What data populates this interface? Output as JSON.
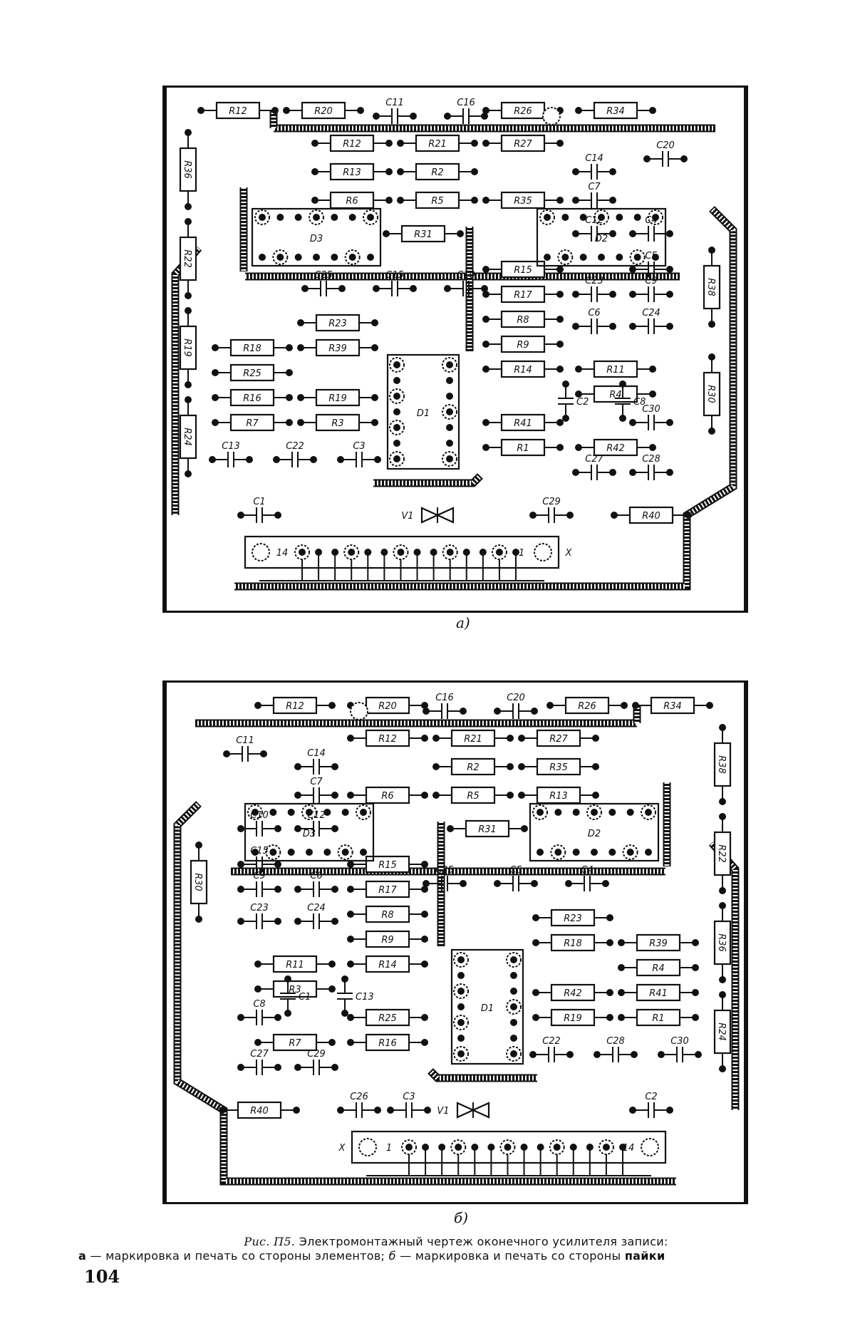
{
  "figure": {
    "caption_fig": "Рис. П5.",
    "caption_title": "Электромонтажный чертеж оконечного усилителя записи:",
    "caption_a_letter": "а",
    "caption_a_text": "маркировка и печать со стороны элементов;",
    "caption_b_letter": "б",
    "caption_b_text": "маркировка и печать со стороны",
    "caption_b_last": "пайки",
    "page_number": "104"
  },
  "board_a": {
    "sublabel": "а)",
    "resistors_h": [
      {
        "label": "R12"
      },
      {
        "label": "R20"
      },
      {
        "label": "R26"
      },
      {
        "label": "R34"
      },
      {
        "label": "R12"
      },
      {
        "label": "R21"
      },
      {
        "label": "R27"
      },
      {
        "label": "R13"
      },
      {
        "label": "R2"
      },
      {
        "label": "R6"
      },
      {
        "label": "R5"
      },
      {
        "label": "R35"
      },
      {
        "label": "R31"
      },
      {
        "label": "R15"
      },
      {
        "label": "R17"
      },
      {
        "label": "R8"
      },
      {
        "label": "R9"
      },
      {
        "label": "R14"
      },
      {
        "label": "R11"
      },
      {
        "label": "R23"
      },
      {
        "label": "R18"
      },
      {
        "label": "R39"
      },
      {
        "label": "R25"
      },
      {
        "label": "R16"
      },
      {
        "label": "R7"
      },
      {
        "label": "R19"
      },
      {
        "label": "R3"
      },
      {
        "label": "R4"
      },
      {
        "label": "R41"
      },
      {
        "label": "R1"
      },
      {
        "label": "R42"
      },
      {
        "label": "R40"
      }
    ],
    "resistors_v": [
      {
        "label": "R36"
      },
      {
        "label": "R22"
      },
      {
        "label": "R19"
      },
      {
        "label": "R24"
      },
      {
        "label": "R38"
      },
      {
        "label": "R30"
      }
    ],
    "capacitors": [
      {
        "label": "C11"
      },
      {
        "label": "C16"
      },
      {
        "label": "C20"
      },
      {
        "label": "C14"
      },
      {
        "label": "C7"
      },
      {
        "label": "C25"
      },
      {
        "label": "C15"
      },
      {
        "label": "C10"
      },
      {
        "label": "C12"
      },
      {
        "label": "C4"
      },
      {
        "label": "C5"
      },
      {
        "label": "C9"
      },
      {
        "label": "C23"
      },
      {
        "label": "C24"
      },
      {
        "label": "C6"
      },
      {
        "label": "C30"
      },
      {
        "label": "C13"
      },
      {
        "label": "C22"
      },
      {
        "label": "C28"
      },
      {
        "label": "C27"
      },
      {
        "label": "C29"
      },
      {
        "label": "C3"
      },
      {
        "label": "C2"
      },
      {
        "label": "C1"
      },
      {
        "label": "C8"
      }
    ],
    "chips": [
      {
        "label": "D3"
      },
      {
        "label": "D2"
      },
      {
        "label": "D1"
      }
    ],
    "diode": "V1",
    "connector": {
      "first": "14",
      "last": "1",
      "name": "X"
    }
  },
  "board_b": {
    "sublabel": "б)",
    "resistors_h": [
      {
        "label": "R34"
      },
      {
        "label": "R26"
      },
      {
        "label": "R20"
      },
      {
        "label": "R12"
      },
      {
        "label": "R27"
      },
      {
        "label": "R21"
      },
      {
        "label": "R12"
      },
      {
        "label": "R35"
      },
      {
        "label": "R2"
      },
      {
        "label": "R13"
      },
      {
        "label": "R5"
      },
      {
        "label": "R6"
      },
      {
        "label": "R31"
      },
      {
        "label": "R15"
      },
      {
        "label": "R17"
      },
      {
        "label": "R8"
      },
      {
        "label": "R9"
      },
      {
        "label": "R14"
      },
      {
        "label": "R11"
      },
      {
        "label": "R23"
      },
      {
        "label": "R39"
      },
      {
        "label": "R18"
      },
      {
        "label": "R4"
      },
      {
        "label": "R41"
      },
      {
        "label": "R1"
      },
      {
        "label": "R42"
      },
      {
        "label": "R19"
      },
      {
        "label": "R3"
      },
      {
        "label": "R25"
      },
      {
        "label": "R16"
      },
      {
        "label": "R7"
      },
      {
        "label": "R40"
      }
    ],
    "resistors_v": [
      {
        "label": "R38"
      },
      {
        "label": "R22"
      },
      {
        "label": "R36"
      },
      {
        "label": "R24"
      },
      {
        "label": "R30"
      }
    ],
    "capacitors": [
      {
        "label": "C20"
      },
      {
        "label": "C16"
      },
      {
        "label": "C11"
      },
      {
        "label": "C14"
      },
      {
        "label": "C7"
      },
      {
        "label": "C4"
      },
      {
        "label": "C5"
      },
      {
        "label": "C25"
      },
      {
        "label": "C12"
      },
      {
        "label": "C10"
      },
      {
        "label": "C15"
      },
      {
        "label": "C9"
      },
      {
        "label": "C6"
      },
      {
        "label": "C23"
      },
      {
        "label": "C24"
      },
      {
        "label": "C8"
      },
      {
        "label": "C30"
      },
      {
        "label": "C28"
      },
      {
        "label": "C27"
      },
      {
        "label": "C29"
      },
      {
        "label": "C26"
      },
      {
        "label": "C22"
      },
      {
        "label": "C13"
      },
      {
        "label": "C2"
      },
      {
        "label": "C1"
      },
      {
        "label": "C3"
      }
    ],
    "chips": [
      {
        "label": "D2"
      },
      {
        "label": "D3"
      },
      {
        "label": "D1"
      }
    ],
    "diode": "V1",
    "connector": {
      "first": "1",
      "last": "14",
      "name": "X"
    }
  }
}
